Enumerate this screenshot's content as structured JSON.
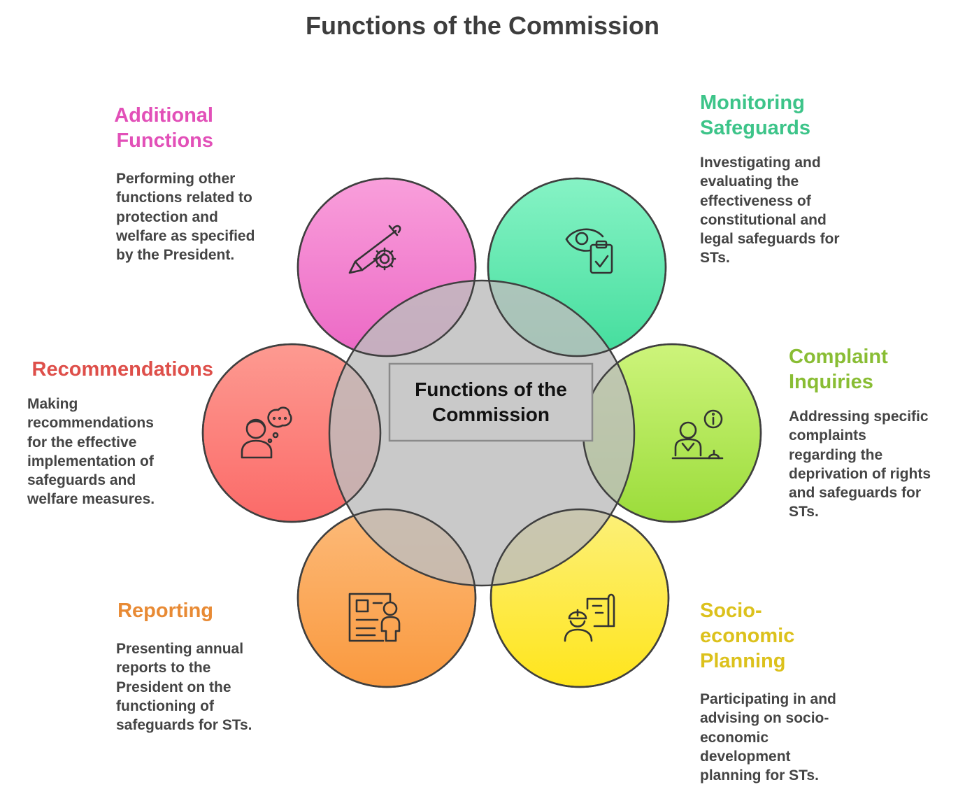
{
  "title": "Functions of the Commission",
  "center": {
    "line1": "Functions of the",
    "line2": "Commission"
  },
  "colors": {
    "additional": "#e250b8",
    "monitoring": "#3dc489",
    "complaint": "#89bd34",
    "recommendations": "#de4f4a",
    "reporting": "#e88a34",
    "planning": "#dcc11c",
    "center_fill": "#c4c4c4",
    "stroke": "#3f3f3f"
  },
  "functions": {
    "additional": {
      "title_lines": [
        "Additional",
        "Functions"
      ],
      "desc_lines": [
        "Performing other",
        "functions related to",
        "protection and",
        "welfare as specified",
        "by the President."
      ],
      "icon": "pencil-gear-icon"
    },
    "monitoring": {
      "title_lines": [
        "Monitoring",
        "Safeguards"
      ],
      "desc_lines": [
        "Investigating and",
        "evaluating the",
        "effectiveness of",
        "constitutional and",
        "legal safeguards for",
        "STs."
      ],
      "icon": "eye-clipboard-icon"
    },
    "complaint": {
      "title_lines": [
        "Complaint",
        "Inquiries"
      ],
      "desc_lines": [
        "Addressing specific",
        "complaints",
        "regarding the",
        "deprivation of rights",
        "and safeguards for",
        "STs."
      ],
      "icon": "person-info-desk-icon"
    },
    "recommendations": {
      "title_lines": [
        "Recommendations"
      ],
      "desc_lines": [
        "Making",
        "recommendations",
        "for the effective",
        "implementation of",
        "safeguards and",
        "welfare measures."
      ],
      "icon": "person-thought-icon"
    },
    "reporting": {
      "title_lines": [
        "Reporting"
      ],
      "desc_lines": [
        "Presenting annual",
        "reports to the",
        "President on the",
        "functioning of",
        "safeguards for STs."
      ],
      "icon": "report-person-icon"
    },
    "planning": {
      "title_lines": [
        "Socio-",
        "economic",
        "Planning"
      ],
      "desc_lines": [
        "Participating in and",
        "advising on socio-",
        "economic",
        "development",
        "planning for STs."
      ],
      "icon": "engineer-blueprint-icon"
    }
  }
}
